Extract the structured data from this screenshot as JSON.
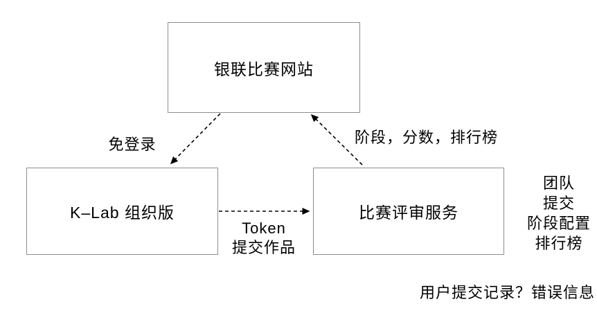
{
  "diagram": {
    "nodes": {
      "top": {
        "label": "银联比赛网站"
      },
      "left": {
        "label": "K–Lab 组织版"
      },
      "right": {
        "label": "比赛评审服务"
      }
    },
    "edges": {
      "website_to_klab": {
        "label": "免登录",
        "direction": "top box to left box"
      },
      "service_to_website": {
        "label": "阶段，分数，排行榜",
        "direction": "right box to top box"
      },
      "klab_to_service": {
        "label_line1": "Token",
        "label_line2": "提交作品",
        "direction": "left box to right box"
      }
    },
    "side_annotations": {
      "items": [
        "团队",
        "提交",
        "阶段配置",
        "排行榜"
      ]
    },
    "footnote": "用户提交记录？错误信息"
  },
  "colors": {
    "background": "#ffffff",
    "box_border": "#8e8e8e",
    "text": "#000000",
    "arrow": "#000000"
  }
}
